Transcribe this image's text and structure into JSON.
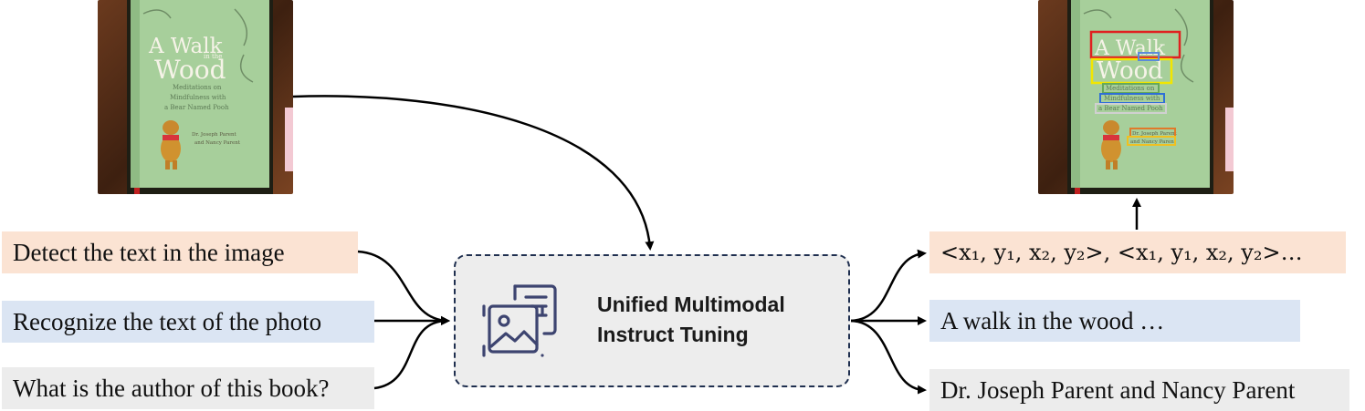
{
  "inputs": {
    "image": {
      "title_line1": "A Walk",
      "title_small": "in the",
      "title_line2": "Wood",
      "subtitle": [
        "Meditations on",
        "Mindfulness with",
        "a Bear Named Pooh"
      ],
      "authors": [
        "Dr. Joseph Parent",
        "and Nancy Parent"
      ]
    },
    "instructions": [
      "Detect the text in the image",
      "Recognize the text of the photo",
      "What is the author of this book?"
    ]
  },
  "model": {
    "name_line1": "Unified Multimodal",
    "name_line2": "Instruct Tuning",
    "icon": "image-document-icon"
  },
  "outputs": [
    "<x₁, y₁, x₂, y₂>, <x₁, y₁, x₂, y₂>…",
    "A walk in the wood …",
    "Dr. Joseph Parent and Nancy Parent"
  ],
  "colors": {
    "detect": "#fbe3d3",
    "recognize": "#dbe5f3",
    "qa": "#ececec",
    "cover": "#a7cf9b",
    "frame": "#1f2f4f"
  },
  "detection_box_colors": [
    "#e02020",
    "#f2e600",
    "#5b8bd9",
    "#66a85a",
    "#2f6fd6",
    "#e07a2a",
    "#f0c020",
    "#d0d0d0"
  ]
}
